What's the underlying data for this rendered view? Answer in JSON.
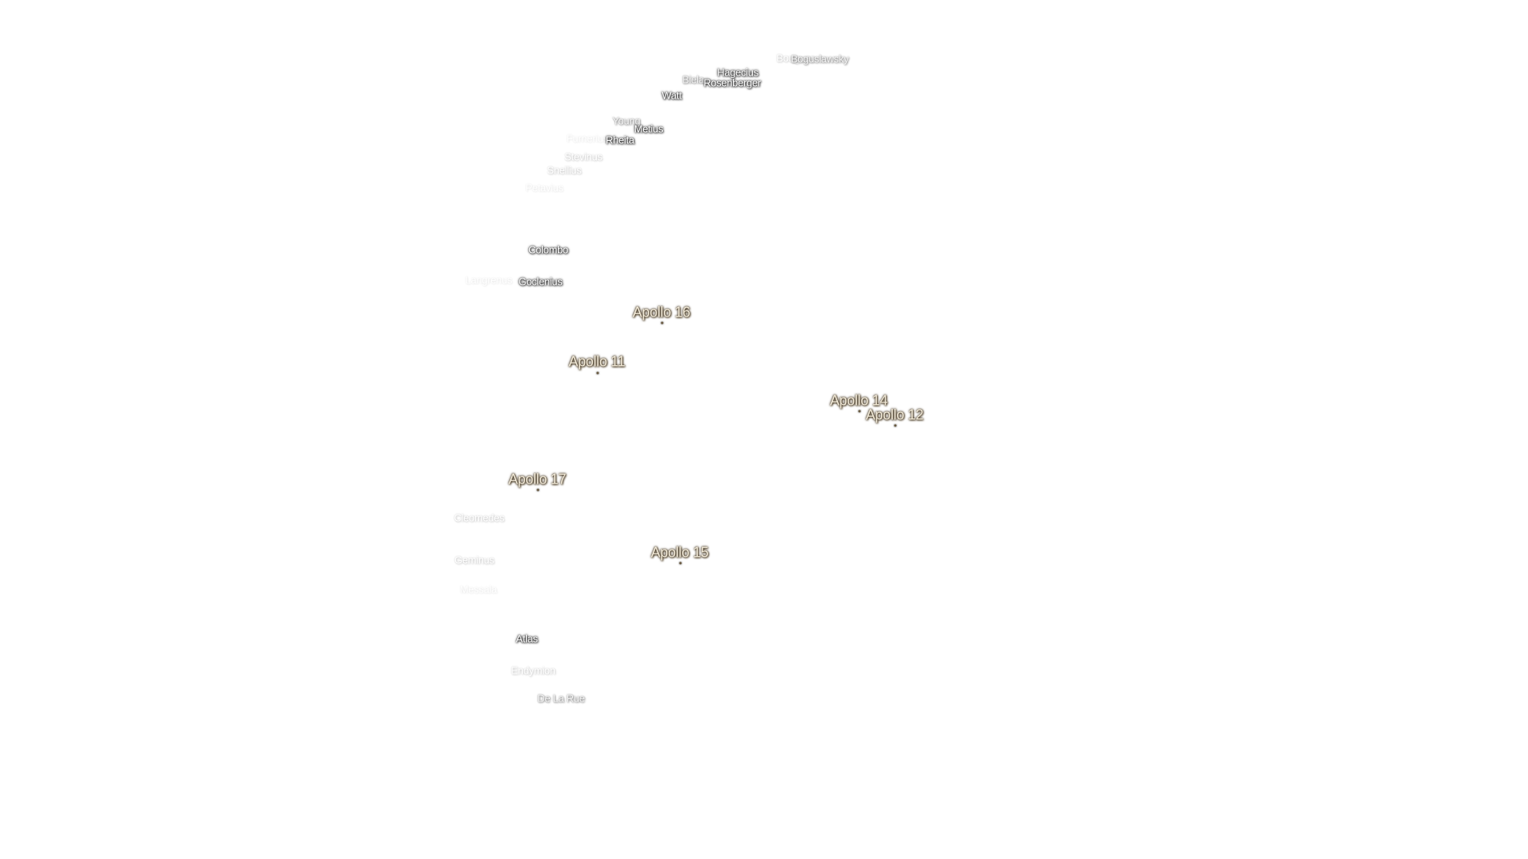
{
  "craters": [
    {
      "id": "bouguer",
      "label": "Bouguer",
      "tone": "faint"
    },
    {
      "id": "boguslawsky",
      "label": "Boguslawsky",
      "tone": "mid"
    },
    {
      "id": "hagecius",
      "label": "Hagecius",
      "tone": "dark"
    },
    {
      "id": "biela",
      "label": "Biela",
      "tone": "mid"
    },
    {
      "id": "rosenberger",
      "label": "Rosenberger",
      "tone": "dark"
    },
    {
      "id": "watt",
      "label": "Watt",
      "tone": "dark"
    },
    {
      "id": "young",
      "label": "Young",
      "tone": "mid"
    },
    {
      "id": "metius",
      "label": "Metius",
      "tone": "dark"
    },
    {
      "id": "furnerius",
      "label": "Furnerius",
      "tone": "ghost"
    },
    {
      "id": "rheita",
      "label": "Rheita",
      "tone": "dark"
    },
    {
      "id": "stevinus",
      "label": "Stevinus",
      "tone": "faint"
    },
    {
      "id": "snellius",
      "label": "Snellius",
      "tone": "faint"
    },
    {
      "id": "petavius",
      "label": "Petavius",
      "tone": "ghost"
    },
    {
      "id": "colombo",
      "label": "Colombo",
      "tone": "dark"
    },
    {
      "id": "langrenus",
      "label": "Langrenus",
      "tone": "ghost"
    },
    {
      "id": "goclenius",
      "label": "Goclenius",
      "tone": "dark"
    },
    {
      "id": "cleomedes",
      "label": "Cleomedes",
      "tone": "faint"
    },
    {
      "id": "geminus",
      "label": "Geminus",
      "tone": "faint"
    },
    {
      "id": "messala",
      "label": "Messala",
      "tone": "ghost"
    },
    {
      "id": "atlas",
      "label": "Atlas",
      "tone": "dark"
    },
    {
      "id": "endymion",
      "label": "Endymion",
      "tone": "faint"
    },
    {
      "id": "de-la-rue",
      "label": "De La Rue",
      "tone": "mid"
    }
  ],
  "landing_sites": [
    {
      "id": "apollo-16",
      "label": "Apollo 16"
    },
    {
      "id": "apollo-11",
      "label": "Apollo 11"
    },
    {
      "id": "apollo-14",
      "label": "Apollo 14"
    },
    {
      "id": "apollo-12",
      "label": "Apollo 12"
    },
    {
      "id": "apollo-17",
      "label": "Apollo 17"
    },
    {
      "id": "apollo-15",
      "label": "Apollo 15"
    }
  ]
}
